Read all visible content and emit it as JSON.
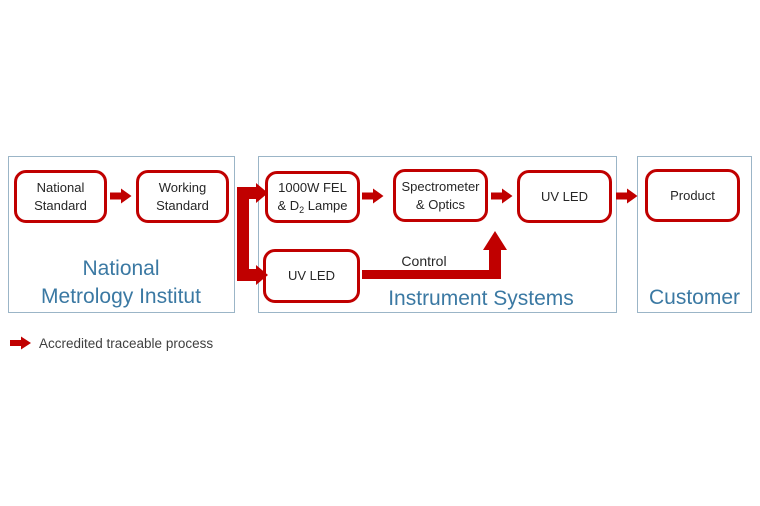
{
  "palette": {
    "flow_red": "#C00000",
    "container_border_blue": "#9BB5C7",
    "container_label_blue": "#3B79A3",
    "box_text": "#262626",
    "legend_text": "#3F3F3F"
  },
  "containers": {
    "nmi": {
      "label_lines": [
        "National",
        "Metrology Institut"
      ]
    },
    "instrument": {
      "label": "Instrument Systems"
    },
    "customer": {
      "label": "Customer"
    }
  },
  "boxes": {
    "national_standard": {
      "lines": [
        "National",
        "Standard"
      ]
    },
    "working_standard": {
      "lines": [
        "Working",
        "Standard"
      ]
    },
    "fel_lamp": {
      "line1": "1000W FEL",
      "line2_pre": "& D",
      "line2_sub": "2",
      "line2_post": " Lampe"
    },
    "spectrometer": {
      "lines": [
        "Spectrometer",
        "& Optics"
      ]
    },
    "uv_led_instrument": {
      "label": "UV LED"
    },
    "uv_led_source": {
      "label": "UV LED"
    },
    "product": {
      "label": "Product"
    }
  },
  "connectors": {
    "control_label": "Control"
  },
  "legend": {
    "label": "Accredited traceable process"
  }
}
